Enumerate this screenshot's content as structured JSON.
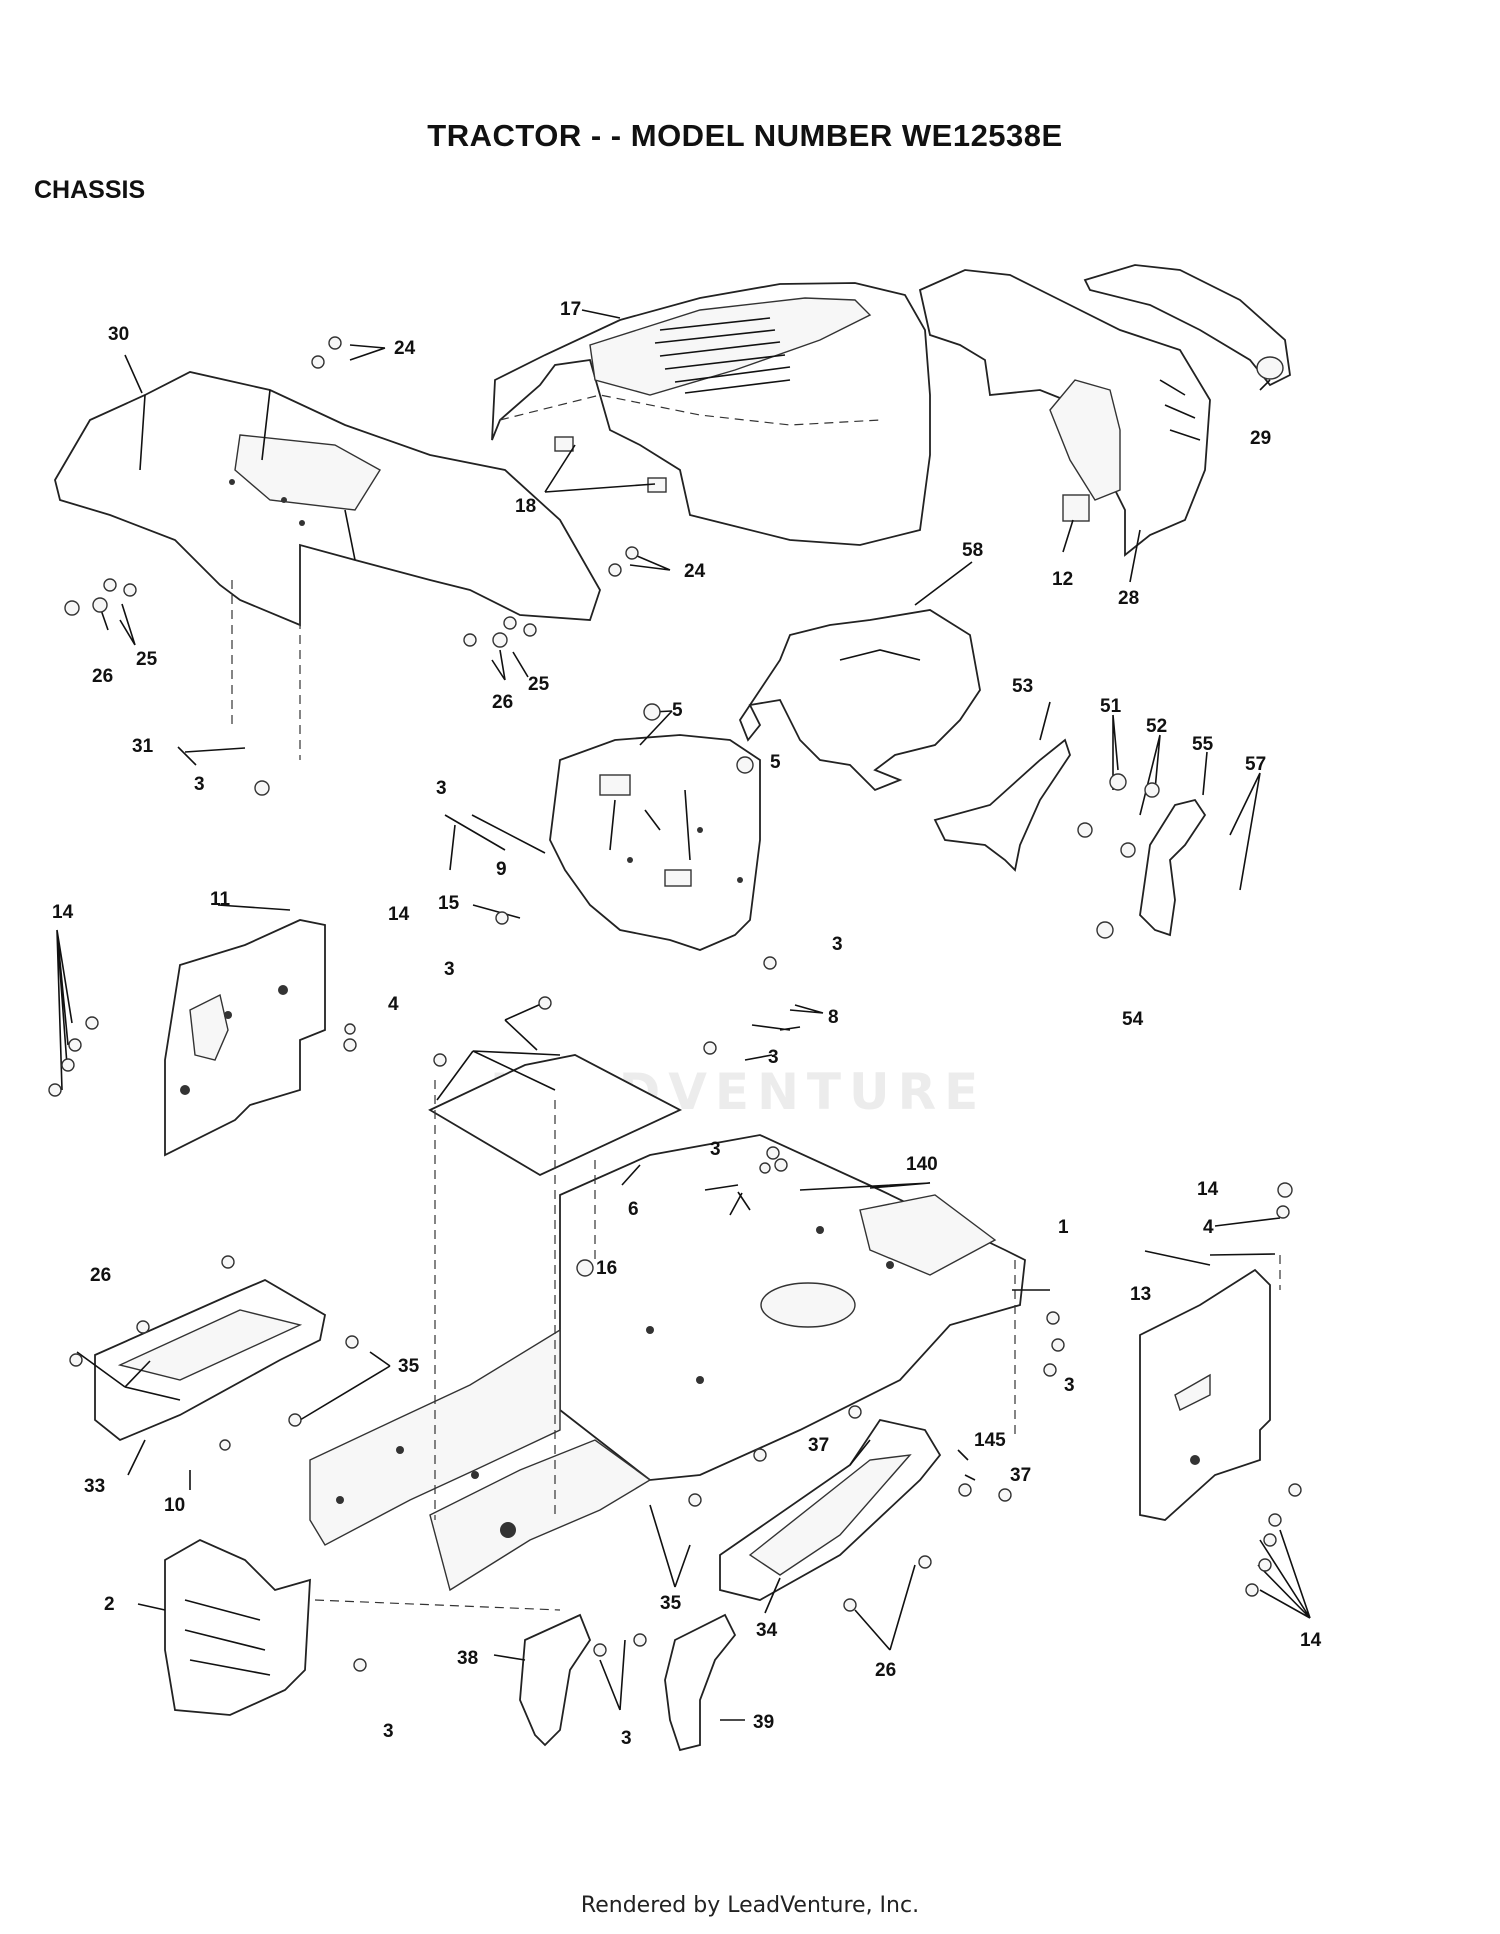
{
  "title": "TRACTOR - - MODEL NUMBER WE12538E",
  "section": "CHASSIS",
  "footer": "Rendered by LeadVenture, Inc.",
  "watermark": "LEADVENTURE",
  "callouts": [
    {
      "id": "c1",
      "label": "30"
    },
    {
      "id": "c2",
      "label": "24"
    },
    {
      "id": "c3",
      "label": "17"
    },
    {
      "id": "c4",
      "label": "29"
    },
    {
      "id": "c5",
      "label": "18"
    },
    {
      "id": "c6",
      "label": "24"
    },
    {
      "id": "c7",
      "label": "12"
    },
    {
      "id": "c8",
      "label": "28"
    },
    {
      "id": "c9",
      "label": "58"
    },
    {
      "id": "c10",
      "label": "26"
    },
    {
      "id": "c11",
      "label": "25"
    },
    {
      "id": "c12",
      "label": "26"
    },
    {
      "id": "c13",
      "label": "25"
    },
    {
      "id": "c14",
      "label": "5"
    },
    {
      "id": "c15",
      "label": "5"
    },
    {
      "id": "c16",
      "label": "53"
    },
    {
      "id": "c17",
      "label": "51"
    },
    {
      "id": "c18",
      "label": "52"
    },
    {
      "id": "c19",
      "label": "55"
    },
    {
      "id": "c20",
      "label": "57"
    },
    {
      "id": "c21",
      "label": "31"
    },
    {
      "id": "c22",
      "label": "3"
    },
    {
      "id": "c23",
      "label": "3"
    },
    {
      "id": "c24",
      "label": "9"
    },
    {
      "id": "c25",
      "label": "14"
    },
    {
      "id": "c26",
      "label": "11"
    },
    {
      "id": "c27",
      "label": "15"
    },
    {
      "id": "c28",
      "label": "14"
    },
    {
      "id": "c29",
      "label": "4"
    },
    {
      "id": "c30",
      "label": "3"
    },
    {
      "id": "c31",
      "label": "3"
    },
    {
      "id": "c32",
      "label": "8"
    },
    {
      "id": "c33",
      "label": "54"
    },
    {
      "id": "c34",
      "label": "3"
    },
    {
      "id": "c35",
      "label": "6"
    },
    {
      "id": "c36",
      "label": "3"
    },
    {
      "id": "c37",
      "label": "140"
    },
    {
      "id": "c38",
      "label": "14"
    },
    {
      "id": "c39",
      "label": "4"
    },
    {
      "id": "c40",
      "label": "1"
    },
    {
      "id": "c41",
      "label": "16"
    },
    {
      "id": "c42",
      "label": "26"
    },
    {
      "id": "c43",
      "label": "13"
    },
    {
      "id": "c44",
      "label": "35"
    },
    {
      "id": "c45",
      "label": "3"
    },
    {
      "id": "c46",
      "label": "37"
    },
    {
      "id": "c47",
      "label": "145"
    },
    {
      "id": "c48",
      "label": "37"
    },
    {
      "id": "c49",
      "label": "33"
    },
    {
      "id": "c50",
      "label": "10"
    },
    {
      "id": "c51",
      "label": "2"
    },
    {
      "id": "c52",
      "label": "35"
    },
    {
      "id": "c53",
      "label": "34"
    },
    {
      "id": "c54",
      "label": "14"
    },
    {
      "id": "c55",
      "label": "38"
    },
    {
      "id": "c56",
      "label": "26"
    },
    {
      "id": "c57",
      "label": "39"
    },
    {
      "id": "c58",
      "label": "3"
    },
    {
      "id": "c59",
      "label": "3"
    }
  ]
}
